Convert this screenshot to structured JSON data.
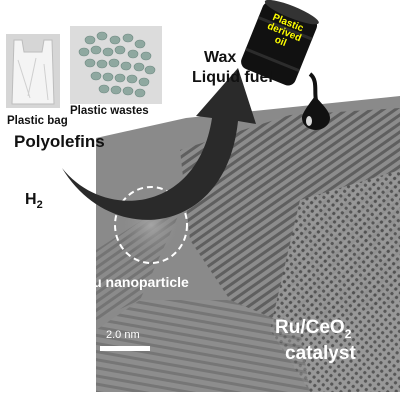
{
  "figure": {
    "plastic_bag_label": "Plastic bag",
    "plastic_wastes_label": "Plastic wastes",
    "feedstock_label": "Polyolefins",
    "hydrogen_label": "H",
    "hydrogen_subscript": "2",
    "product_wax": "Wax",
    "product_liquid_fuel": "Liquid fuel",
    "barrel_text": [
      "Plastic",
      "derived",
      "oil"
    ],
    "nanoparticle_label": "Ru nanoparticle",
    "scale_bar_label": "2.0 nm",
    "catalyst_label_line1_main": "Ru/CeO",
    "catalyst_label_line1_sub": "2",
    "catalyst_label_line2": "catalyst"
  },
  "colors": {
    "arrow": "#2a2a2a",
    "barrel": "#111111",
    "barrel_text": "#ffff00",
    "oil_drop": "#111111",
    "pellets": "#8fa8a0",
    "tem_background": "#8a8a8a"
  }
}
